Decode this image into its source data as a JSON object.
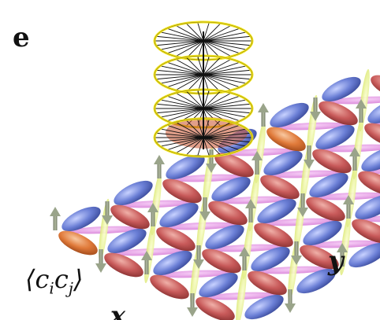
{
  "labels": {
    "corner": "e",
    "y_axis": "y",
    "x_axis": "x",
    "correlator": {
      "open": "⟨",
      "c1": "c",
      "i": "i",
      "c2": "c",
      "j": "j",
      "close": "⟩"
    }
  },
  "colors": {
    "red_bond": "#c85a5a",
    "blue_bond": "#6b7fd6",
    "orange_bond": "#e07a3a",
    "magenta_link": "#e08ae0",
    "yellow_link": "#e8f08a",
    "spin_arrow": "#8f9a80",
    "spiral_ring": "#f2e51c",
    "spiral_spoke": "#111111"
  },
  "icons": {
    "spiral": "helical-spin-spiral",
    "spin": "spin-arrow"
  }
}
